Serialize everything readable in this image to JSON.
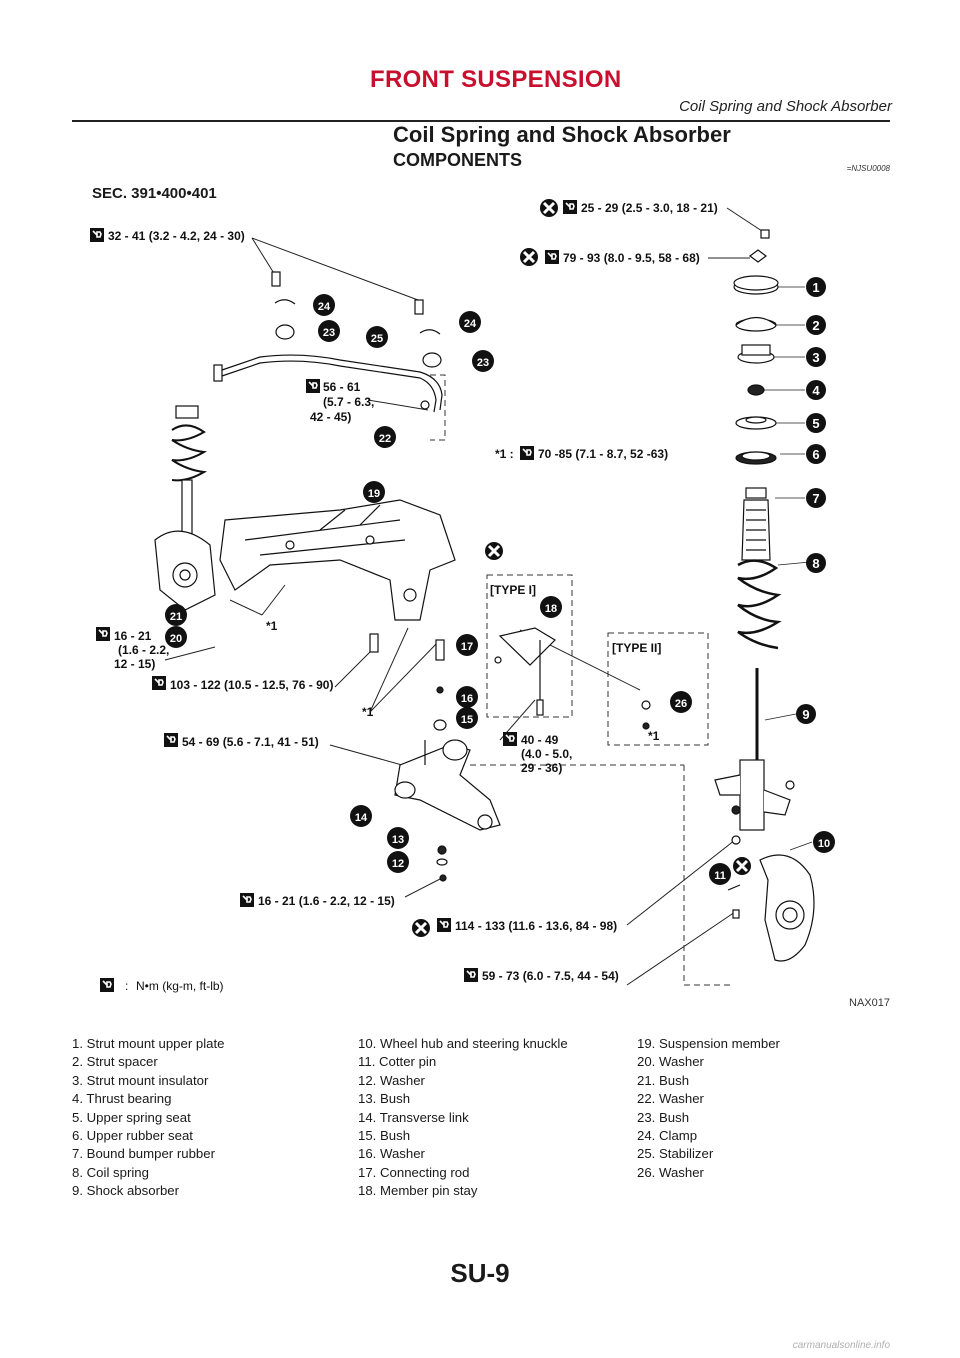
{
  "header": {
    "section": "FRONT SUSPENSION",
    "subsection": "Coil Spring and Shock Absorber"
  },
  "title": "Coil Spring and Shock Absorber",
  "subtitle": "COMPONENTS",
  "code_ref": "=NJSU0008",
  "sec_label": "SEC. 391•400•401",
  "figure_code": "NAX017",
  "torque_labels": {
    "t1": "25 - 29 (2.5 - 3.0, 18 - 21)",
    "t2": "32 - 41 (3.2 - 4.2, 24 - 30)",
    "t3": "79 - 93 (8.0 - 9.5, 58 - 68)",
    "t4a": "56 - 61",
    "t4b": "(5.7 - 6.3,",
    "t4c": "42 - 45)",
    "t5_prefix": "*1 :",
    "t5": "70 -85 (7.1 - 8.7, 52 -63)",
    "t6a": "16 - 21",
    "t6b": "(1.6 - 2.2,",
    "t6c": "12 - 15)",
    "t7": "103 - 122 (10.5 - 12.5, 76 - 90)",
    "t8": "54 - 69 (5.6 - 7.1, 41 - 51)",
    "t9a": "40 - 49",
    "t9b": "(4.0 - 5.0,",
    "t9c": "29 - 36)",
    "t10": "16 - 21 (1.6 - 2.2, 12 - 15)",
    "t11": "114 - 133 (11.6 - 13.6, 84 - 98)",
    "t12": "59 - 73 (6.0 - 7.5, 44 - 54)",
    "unit_prefix": ":",
    "unit": "N•m (kg-m, ft-lb)"
  },
  "notes": {
    "star1": "*1",
    "type1": "[TYPE I]",
    "type2": "[TYPE II]"
  },
  "callouts": [
    "1",
    "2",
    "3",
    "4",
    "5",
    "6",
    "7",
    "8",
    "9",
    "10",
    "11",
    "12",
    "13",
    "14",
    "15",
    "16",
    "17",
    "18",
    "19",
    "20",
    "21",
    "22",
    "23",
    "24",
    "24",
    "25",
    "26"
  ],
  "legend": {
    "col1": [
      "1. Strut mount upper plate",
      "2. Strut spacer",
      "3. Strut mount insulator",
      "4. Thrust bearing",
      "5. Upper spring seat",
      "6. Upper rubber seat",
      "7. Bound bumper rubber",
      "8. Coil spring",
      "9. Shock absorber"
    ],
    "col2": [
      "10. Wheel hub and steering knuckle",
      "11. Cotter pin",
      "12. Washer",
      "13. Bush",
      "14. Transverse link",
      "15. Bush",
      "16. Washer",
      "17. Connecting rod",
      "18. Member pin stay"
    ],
    "col3": [
      "19. Suspension member",
      "20. Washer",
      "21. Bush",
      "22. Washer",
      "23. Bush",
      "24. Clamp",
      "25. Stabilizer",
      "26. Washer"
    ]
  },
  "page_number": "SU-9",
  "watermark": "carmanualsonline.info",
  "colors": {
    "header_red": "#c8102e",
    "ink": "#1a1a1a"
  }
}
